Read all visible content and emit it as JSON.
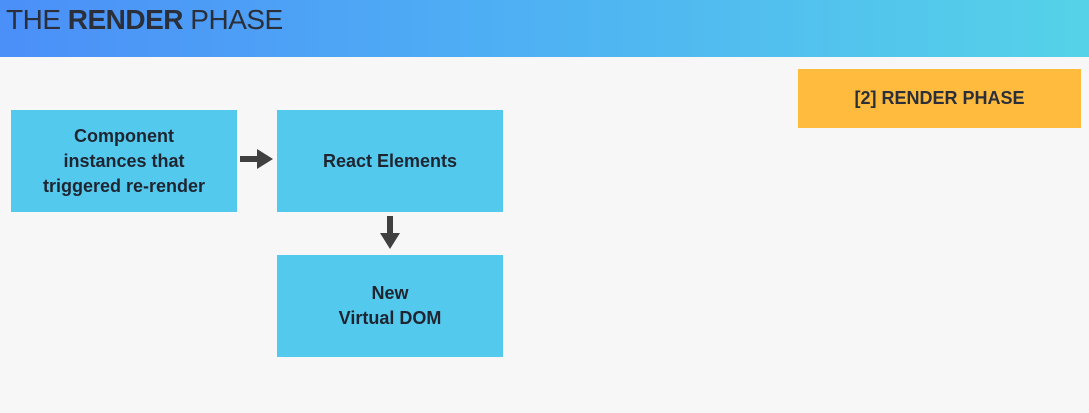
{
  "header": {
    "title_prefix": "THE ",
    "title_bold": "RENDER",
    "title_suffix": " PHASE"
  },
  "badge": {
    "label": "[2] RENDER PHASE"
  },
  "diagram": {
    "component_box": "Component\ninstances that\ntriggered re-render",
    "elements_box": "React Elements",
    "vdom_box": "New\nVirtual DOM"
  },
  "colors": {
    "header_gradient_start": "#4b8ff8",
    "header_gradient_end": "#55d2e8",
    "box_fill": "#54c9ee",
    "badge_fill": "#ffbb3d",
    "arrow": "#404040",
    "background": "#f7f7f7"
  }
}
